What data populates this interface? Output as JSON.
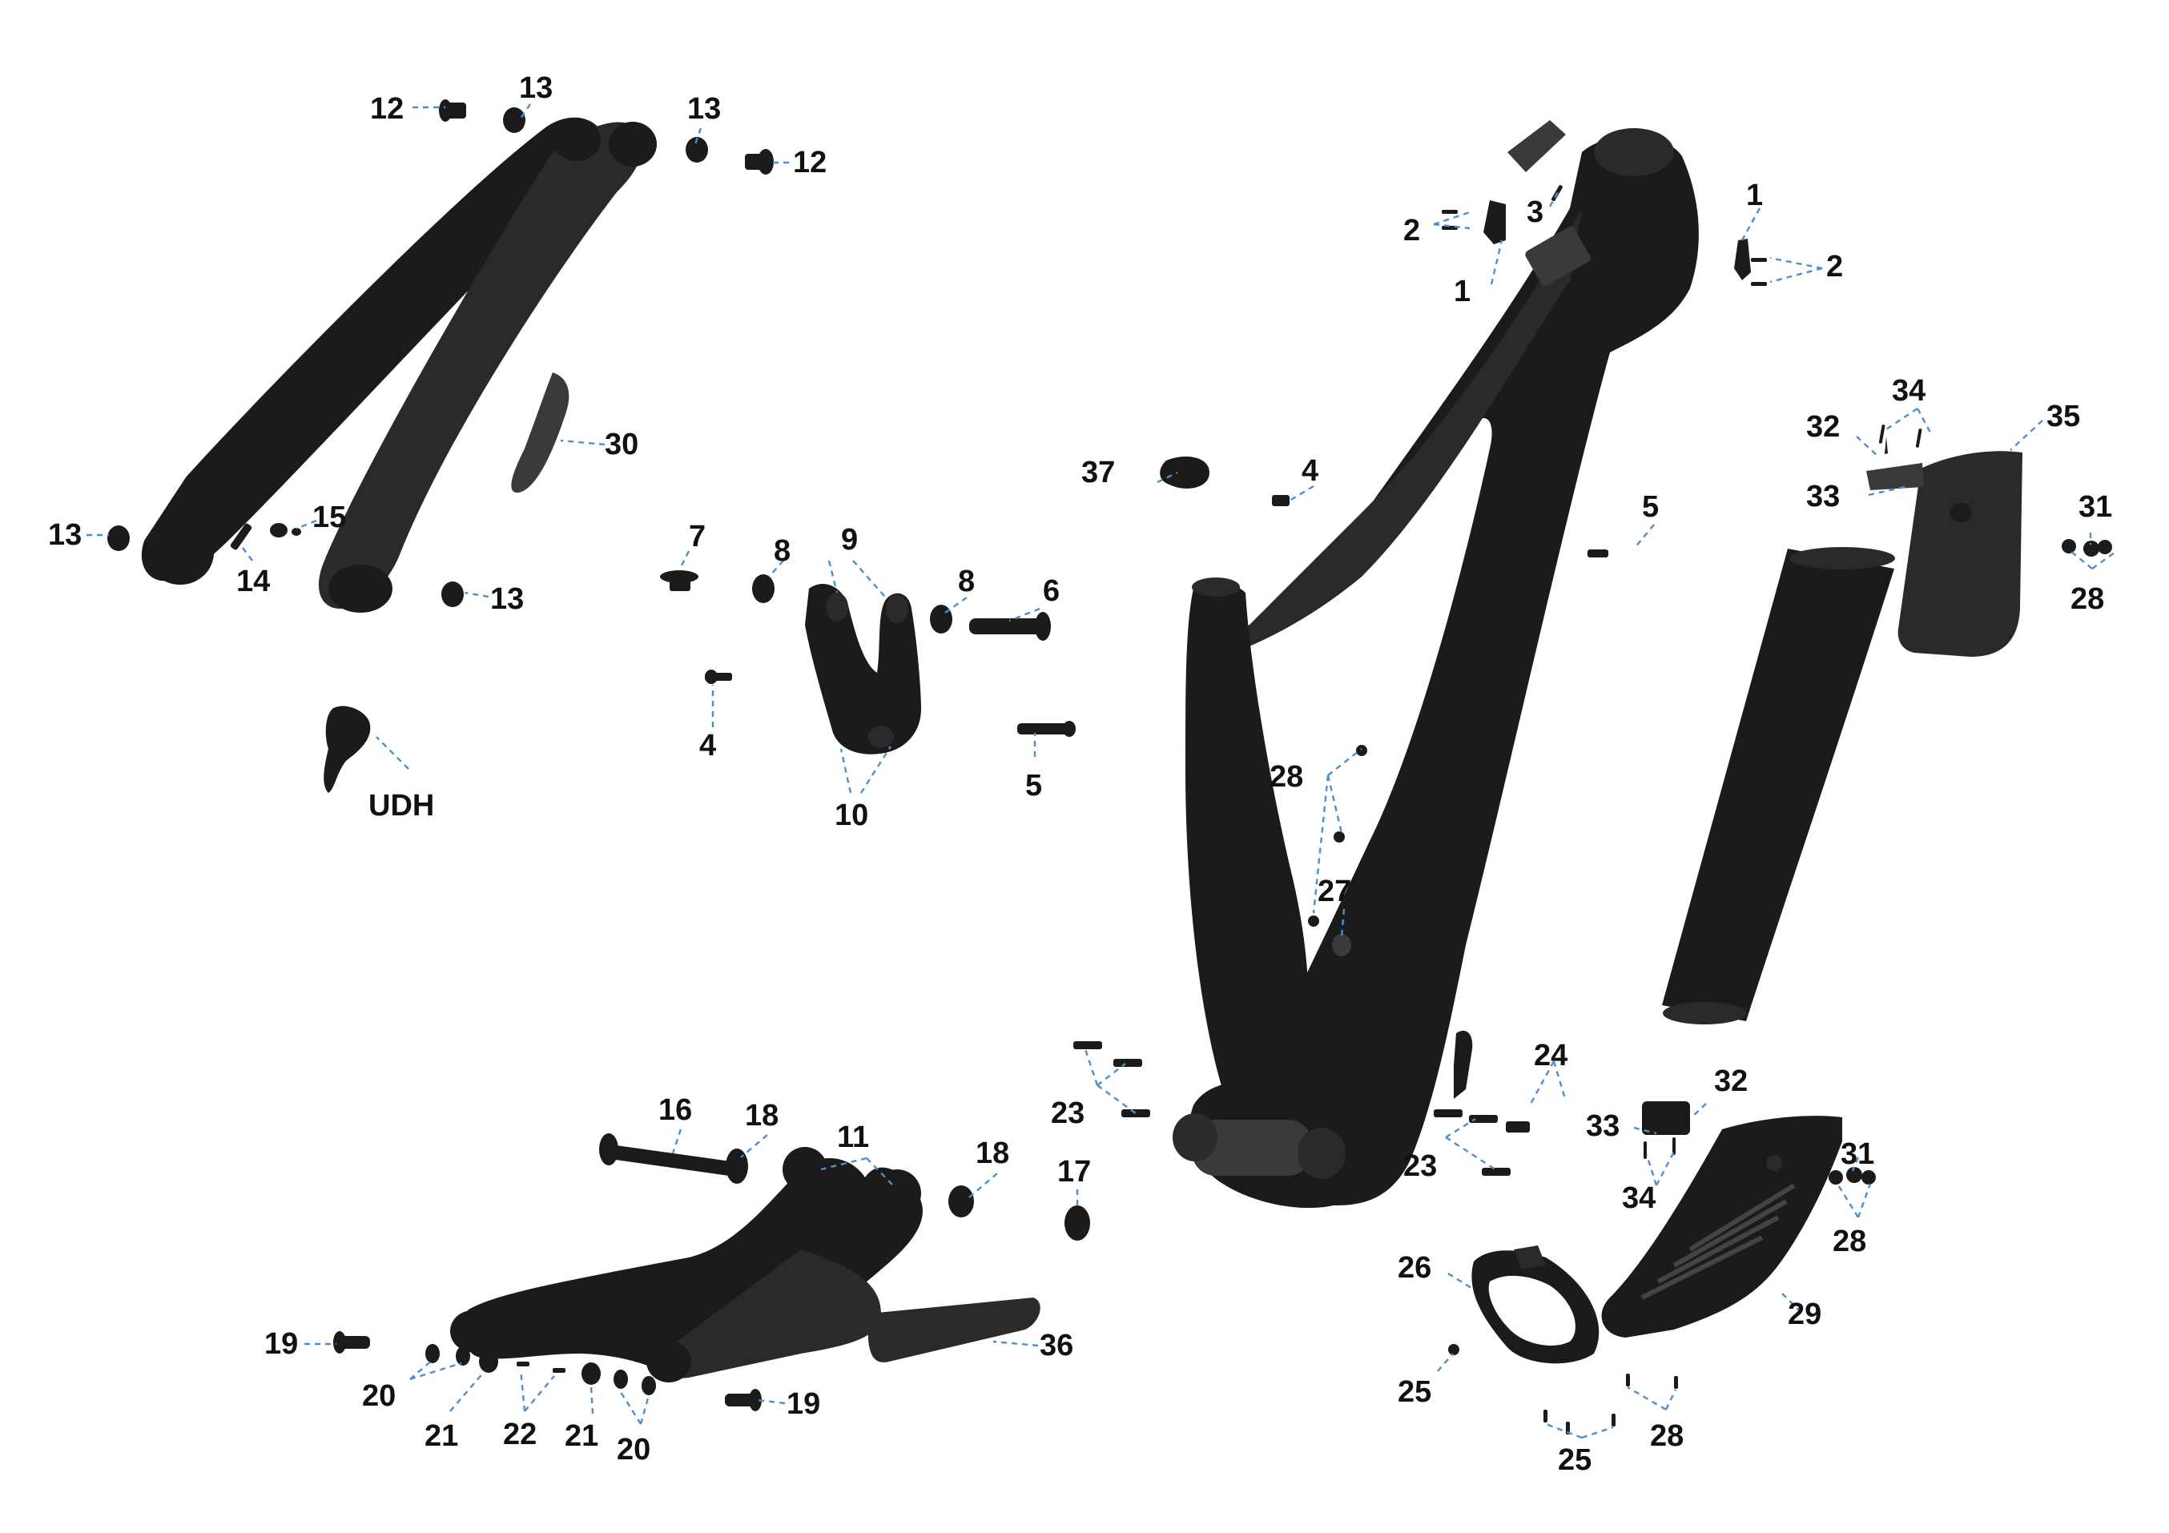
{
  "callouts": [
    {
      "id": "c-12a",
      "text": "12"
    },
    {
      "id": "c-13a",
      "text": "13"
    },
    {
      "id": "c-13b",
      "text": "13"
    },
    {
      "id": "c-12b",
      "text": "12"
    },
    {
      "id": "c-30",
      "text": "30"
    },
    {
      "id": "c-13c",
      "text": "13"
    },
    {
      "id": "c-14",
      "text": "14"
    },
    {
      "id": "c-15",
      "text": "15"
    },
    {
      "id": "c-13d",
      "text": "13"
    },
    {
      "id": "c-udh",
      "text": "UDH"
    },
    {
      "id": "c-7",
      "text": "7"
    },
    {
      "id": "c-8a",
      "text": "8"
    },
    {
      "id": "c-9",
      "text": "9"
    },
    {
      "id": "c-8b",
      "text": "8"
    },
    {
      "id": "c-6",
      "text": "6"
    },
    {
      "id": "c-4a",
      "text": "4"
    },
    {
      "id": "c-10",
      "text": "10"
    },
    {
      "id": "c-5a",
      "text": "5"
    },
    {
      "id": "c-37",
      "text": "37"
    },
    {
      "id": "c-4b",
      "text": "4"
    },
    {
      "id": "c-2a",
      "text": "2"
    },
    {
      "id": "c-3",
      "text": "3"
    },
    {
      "id": "c-1a",
      "text": "1"
    },
    {
      "id": "c-1b",
      "text": "1"
    },
    {
      "id": "c-2b",
      "text": "2"
    },
    {
      "id": "c-5b",
      "text": "5"
    },
    {
      "id": "c-34a",
      "text": "34"
    },
    {
      "id": "c-32a",
      "text": "32"
    },
    {
      "id": "c-35",
      "text": "35"
    },
    {
      "id": "c-33a",
      "text": "33"
    },
    {
      "id": "c-31a",
      "text": "31"
    },
    {
      "id": "c-28a",
      "text": "28"
    },
    {
      "id": "c-28b",
      "text": "28"
    },
    {
      "id": "c-27",
      "text": "27"
    },
    {
      "id": "c-24",
      "text": "24"
    },
    {
      "id": "c-23a",
      "text": "23"
    },
    {
      "id": "c-23b",
      "text": "23"
    },
    {
      "id": "c-32b",
      "text": "32"
    },
    {
      "id": "c-33b",
      "text": "33"
    },
    {
      "id": "c-34b",
      "text": "34"
    },
    {
      "id": "c-31b",
      "text": "31"
    },
    {
      "id": "c-28c",
      "text": "28"
    },
    {
      "id": "c-16",
      "text": "16"
    },
    {
      "id": "c-18a",
      "text": "18"
    },
    {
      "id": "c-11",
      "text": "11"
    },
    {
      "id": "c-18b",
      "text": "18"
    },
    {
      "id": "c-17",
      "text": "17"
    },
    {
      "id": "c-19a",
      "text": "19"
    },
    {
      "id": "c-36",
      "text": "36"
    },
    {
      "id": "c-20a",
      "text": "20"
    },
    {
      "id": "c-21a",
      "text": "21"
    },
    {
      "id": "c-22",
      "text": "22"
    },
    {
      "id": "c-21b",
      "text": "21"
    },
    {
      "id": "c-20b",
      "text": "20"
    },
    {
      "id": "c-19b",
      "text": "19"
    },
    {
      "id": "c-26",
      "text": "26"
    },
    {
      "id": "c-29",
      "text": "29"
    },
    {
      "id": "c-25a",
      "text": "25"
    },
    {
      "id": "c-25b",
      "text": "25"
    },
    {
      "id": "c-28d",
      "text": "28"
    }
  ]
}
